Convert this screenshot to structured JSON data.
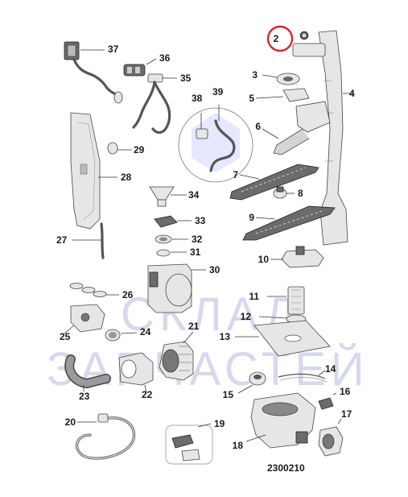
{
  "diagram": {
    "drawing_code": "2300210",
    "highlighted_part": "2",
    "highlight_color": "#d9242b",
    "watermark": [
      "СКЛАД",
      "ЗАПЧАСТЕЙ"
    ],
    "watermark_color": "#c9cbe6",
    "part_labels": [
      "2",
      "3",
      "4",
      "5",
      "6",
      "7",
      "8",
      "9",
      "10",
      "11",
      "12",
      "13",
      "14",
      "15",
      "16",
      "17",
      "18",
      "19",
      "20",
      "21",
      "22",
      "23",
      "24",
      "25",
      "26",
      "27",
      "28",
      "29",
      "30",
      "31",
      "32",
      "33",
      "34",
      "35",
      "36",
      "37",
      "38",
      "39"
    ]
  }
}
